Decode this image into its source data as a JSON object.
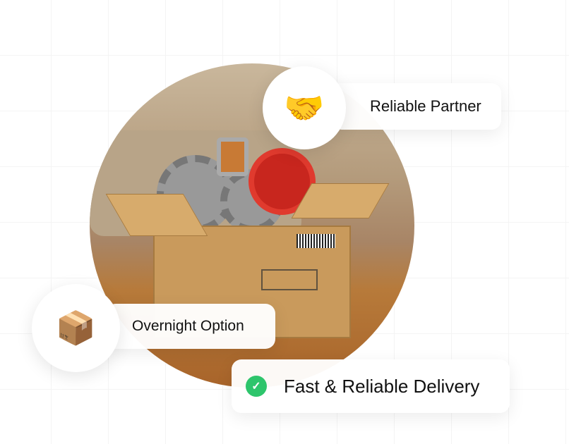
{
  "badges": {
    "partner": {
      "label": "Reliable Partner",
      "icon": "handshake-icon"
    },
    "overnight": {
      "label": "Overnight Option",
      "icon": "night-delivery-icon"
    },
    "delivery": {
      "label": "Fast & Reliable Delivery",
      "icon": "check-circle-icon"
    }
  },
  "colors": {
    "check": "#2ec56c"
  }
}
